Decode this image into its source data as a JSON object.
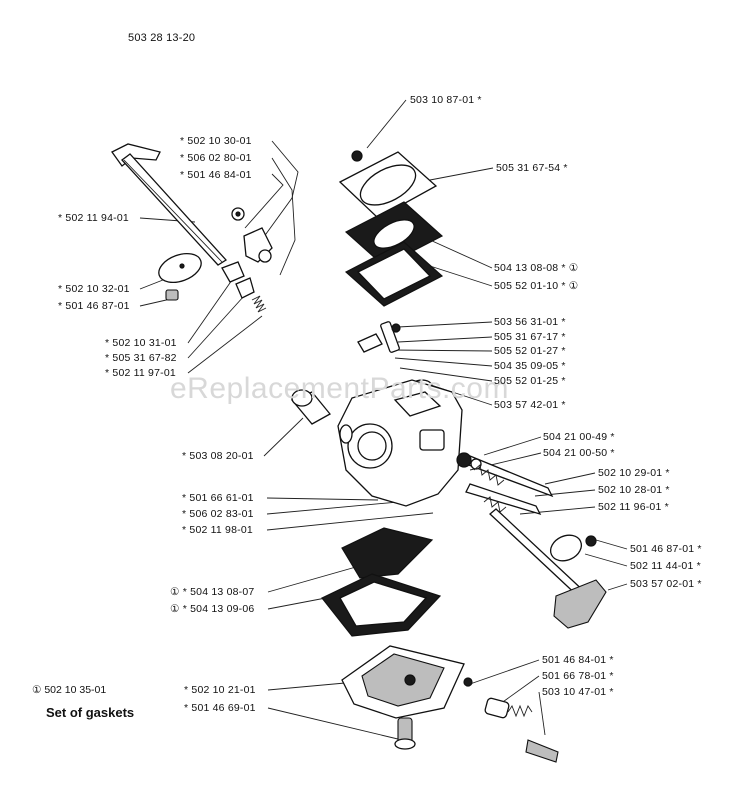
{
  "header": {
    "part_number": "503 28 13-20"
  },
  "watermark": "eReplacementParts.com",
  "kit": {
    "part": "① 502 10 35-01",
    "label": "Set of gaskets"
  },
  "labels": [
    "* 502 10 30-01",
    "* 506 02 80-01",
    "* 501 46 84-01",
    "* 502 11 94-01",
    "* 502 10 32-01",
    "* 501 46 87-01",
    "* 502 10 31-01",
    "* 505 31 67-82",
    "* 502 11 97-01",
    "503 10 87-01 *",
    "505 31 67-54 *",
    "504 13 08-08 * ①",
    "505 52 01-10 * ①",
    "503 56 31-01 *",
    "505 31 67-17 *",
    "505 52 01-27 *",
    "504 35 09-05 *",
    "505 52 01-25 *",
    "503 57 42-01 *",
    "504 21 00-49 *",
    "504 21 00-50 *",
    "* 503 08 20-01",
    "502 10 29-01 *",
    "502 10 28-01 *",
    "502 11 96-01 *",
    "* 501 66 61-01",
    "* 506 02 83-01",
    "* 502 11 98-01",
    "501 46 87-01 *",
    "502 11 44-01 *",
    "503 57 02-01 *",
    "① * 504 13 08-07",
    "① * 504 13 09-06",
    "501 46 84-01 *",
    "501 66 78-01 *",
    "503 10 47-01 *",
    "* 502 10 21-01",
    "* 501 46 69-01"
  ]
}
